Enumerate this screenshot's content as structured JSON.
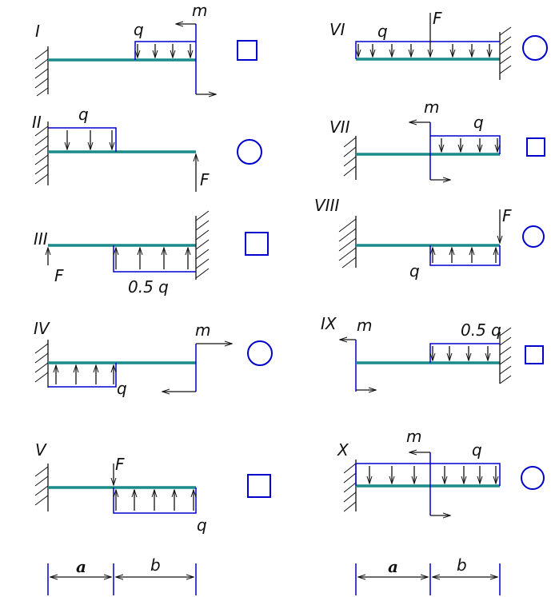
{
  "schemes": {
    "s1": {
      "num": "I",
      "q": "q",
      "m": "m"
    },
    "s2": {
      "num": "II",
      "q": "q",
      "F": "F"
    },
    "s3": {
      "num": "III",
      "F": "F",
      "q": "0.5 q"
    },
    "s4": {
      "num": "IV",
      "m": "m",
      "q": "q"
    },
    "s5": {
      "num": "V",
      "F": "F",
      "q": "q"
    },
    "s6": {
      "num": "VI",
      "q": "q",
      "F": "F"
    },
    "s7": {
      "num": "VII",
      "m": "m",
      "q": "q"
    },
    "s8": {
      "num": "VIII",
      "F": "F",
      "q": "q"
    },
    "s9": {
      "num": "IX",
      "m": "m",
      "q": "0.5 q"
    },
    "s10": {
      "num": "X",
      "m": "m",
      "q": "q"
    }
  },
  "dimensions": {
    "a": "a",
    "b": "b"
  },
  "cross_sections": [
    "square",
    "circle",
    "square",
    "circle",
    "square",
    "circle",
    "square",
    "circle",
    "square",
    "circle"
  ]
}
